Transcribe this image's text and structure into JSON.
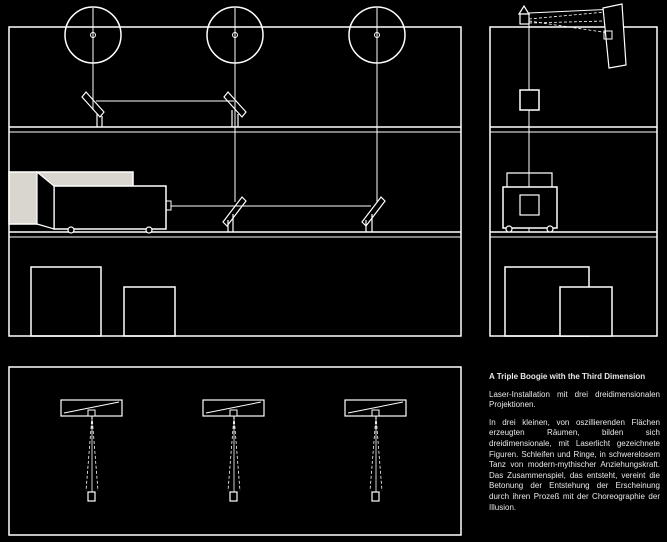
{
  "caption": {
    "title": "A Triple Boogie with the Third Dimension",
    "subtitle": "Laser-Installation mit drei dreidimensionalen Projektionen.",
    "body": "In drei kleinen, von oszillierenden Flächen erzeugten Räumen, bilden sich dreidimensionale, mit Laserlicht gezeichnete Figuren. Schleifen und Ringe, in schwerelosem Tanz von modern-mythischer Anziehungskraft. Das Zusammenspiel, das entsteht, vereint die Betonung der Entstehung der Erscheinung durch ihren Prozeß mit der Choreographie der Illusion."
  },
  "colors": {
    "background": "#000000",
    "line": "#ffffff",
    "grey_box": "#d9d6d0"
  }
}
